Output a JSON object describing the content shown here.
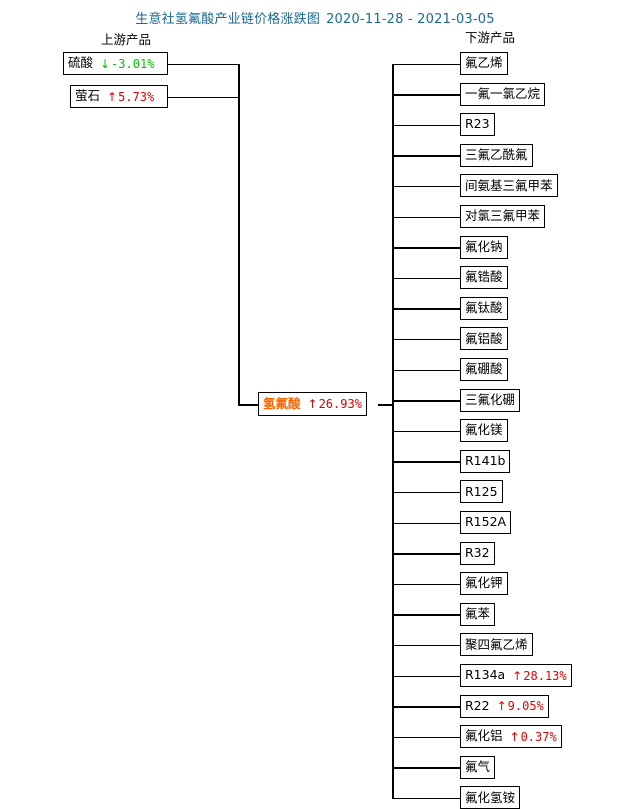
{
  "title": {
    "main": "生意社氢氟酸产业链价格涨跌图",
    "date_range": "2020-11-28 - 2021-03-05",
    "color": "#1b6a96"
  },
  "headers": {
    "upstream": "上游产品",
    "downstream": "下游产品"
  },
  "colors": {
    "up": "#e60000",
    "down": "#00c400",
    "center_name": "#ff6600",
    "box_border": "#000000",
    "background": "#ffffff"
  },
  "icons": {
    "arrow_up": "↑",
    "arrow_down": "↓"
  },
  "center": {
    "name": "氢氟酸",
    "arrow": "↑",
    "pct": "26.93%",
    "direction": "up"
  },
  "upstream": [
    {
      "name": "硫酸",
      "arrow": "↓",
      "pct": "-3.01%",
      "direction": "down"
    },
    {
      "name": "萤石",
      "arrow": "↑",
      "pct": "5.73%",
      "direction": "up"
    }
  ],
  "downstream": [
    {
      "name": "氟乙烯",
      "arrow": "",
      "pct": "",
      "direction": "none"
    },
    {
      "name": "一氟一氯乙烷",
      "arrow": "",
      "pct": "",
      "direction": "none"
    },
    {
      "name": "R23",
      "arrow": "",
      "pct": "",
      "direction": "none"
    },
    {
      "name": "三氟乙酰氟",
      "arrow": "",
      "pct": "",
      "direction": "none"
    },
    {
      "name": "间氨基三氟甲苯",
      "arrow": "",
      "pct": "",
      "direction": "none"
    },
    {
      "name": "对氯三氟甲苯",
      "arrow": "",
      "pct": "",
      "direction": "none"
    },
    {
      "name": "氟化钠",
      "arrow": "",
      "pct": "",
      "direction": "none"
    },
    {
      "name": "氟锆酸",
      "arrow": "",
      "pct": "",
      "direction": "none"
    },
    {
      "name": "氟钛酸",
      "arrow": "",
      "pct": "",
      "direction": "none"
    },
    {
      "name": "氟铝酸",
      "arrow": "",
      "pct": "",
      "direction": "none"
    },
    {
      "name": "氟硼酸",
      "arrow": "",
      "pct": "",
      "direction": "none"
    },
    {
      "name": "三氟化硼",
      "arrow": "",
      "pct": "",
      "direction": "none"
    },
    {
      "name": "氟化镁",
      "arrow": "",
      "pct": "",
      "direction": "none"
    },
    {
      "name": "R141b",
      "arrow": "",
      "pct": "",
      "direction": "none"
    },
    {
      "name": "R125",
      "arrow": "",
      "pct": "",
      "direction": "none"
    },
    {
      "name": "R152A",
      "arrow": "",
      "pct": "",
      "direction": "none"
    },
    {
      "name": "R32",
      "arrow": "",
      "pct": "",
      "direction": "none"
    },
    {
      "name": "氟化钾",
      "arrow": "",
      "pct": "",
      "direction": "none"
    },
    {
      "name": "氟苯",
      "arrow": "",
      "pct": "",
      "direction": "none"
    },
    {
      "name": "聚四氟乙烯",
      "arrow": "",
      "pct": "",
      "direction": "none"
    },
    {
      "name": "R134a",
      "arrow": "↑",
      "pct": "28.13%",
      "direction": "up"
    },
    {
      "name": "R22",
      "arrow": "↑",
      "pct": "9.05%",
      "direction": "up"
    },
    {
      "name": "氟化铝",
      "arrow": "↑",
      "pct": "0.37%",
      "direction": "up"
    },
    {
      "name": "氟气",
      "arrow": "",
      "pct": "",
      "direction": "none"
    },
    {
      "name": "氟化氢铵",
      "arrow": "",
      "pct": "",
      "direction": "none"
    }
  ]
}
